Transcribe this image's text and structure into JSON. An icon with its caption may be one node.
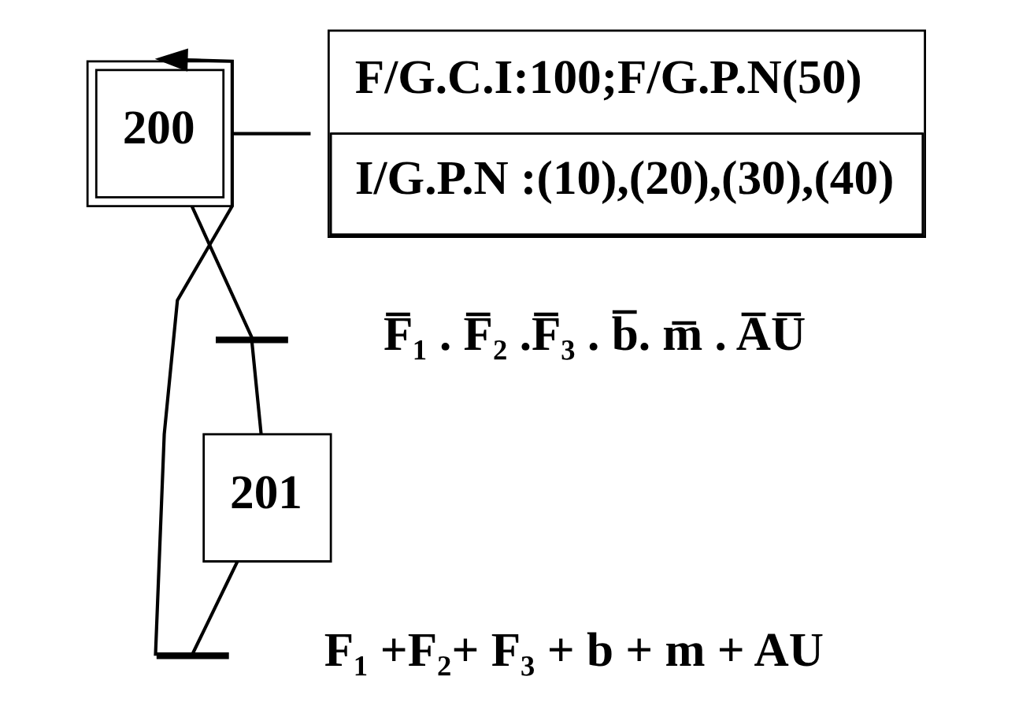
{
  "diagram": {
    "nodes": [
      {
        "text": [
          "200"
        ]
      },
      {
        "text": [
          "F/G.C.I:100;F/G.P.N(50)",
          "I/G.P.N :(10),(20),(30),(40)"
        ]
      },
      {
        "text": [],
        "shape": "bar",
        "beside": [
          "F̅₁ . F̅₂ .F̅₃ . b̅. m̅ . A̅U̅"
        ]
      },
      {
        "text": [
          "201"
        ]
      },
      {
        "text": [],
        "shape": "bar",
        "beside": [
          "F₁ +F₂+ F₃ + b + m + AU"
        ]
      }
    ],
    "edges": [
      {
        "from": 0,
        "to": 1,
        "arrow": "none"
      },
      {
        "from": 0,
        "to": 2,
        "arrow": "none"
      },
      {
        "from": 2,
        "to": 3,
        "arrow": "none"
      },
      {
        "from": 3,
        "to": 4,
        "arrow": "none"
      },
      {
        "from": 4,
        "to": 0,
        "arrow": "to"
      }
    ]
  }
}
